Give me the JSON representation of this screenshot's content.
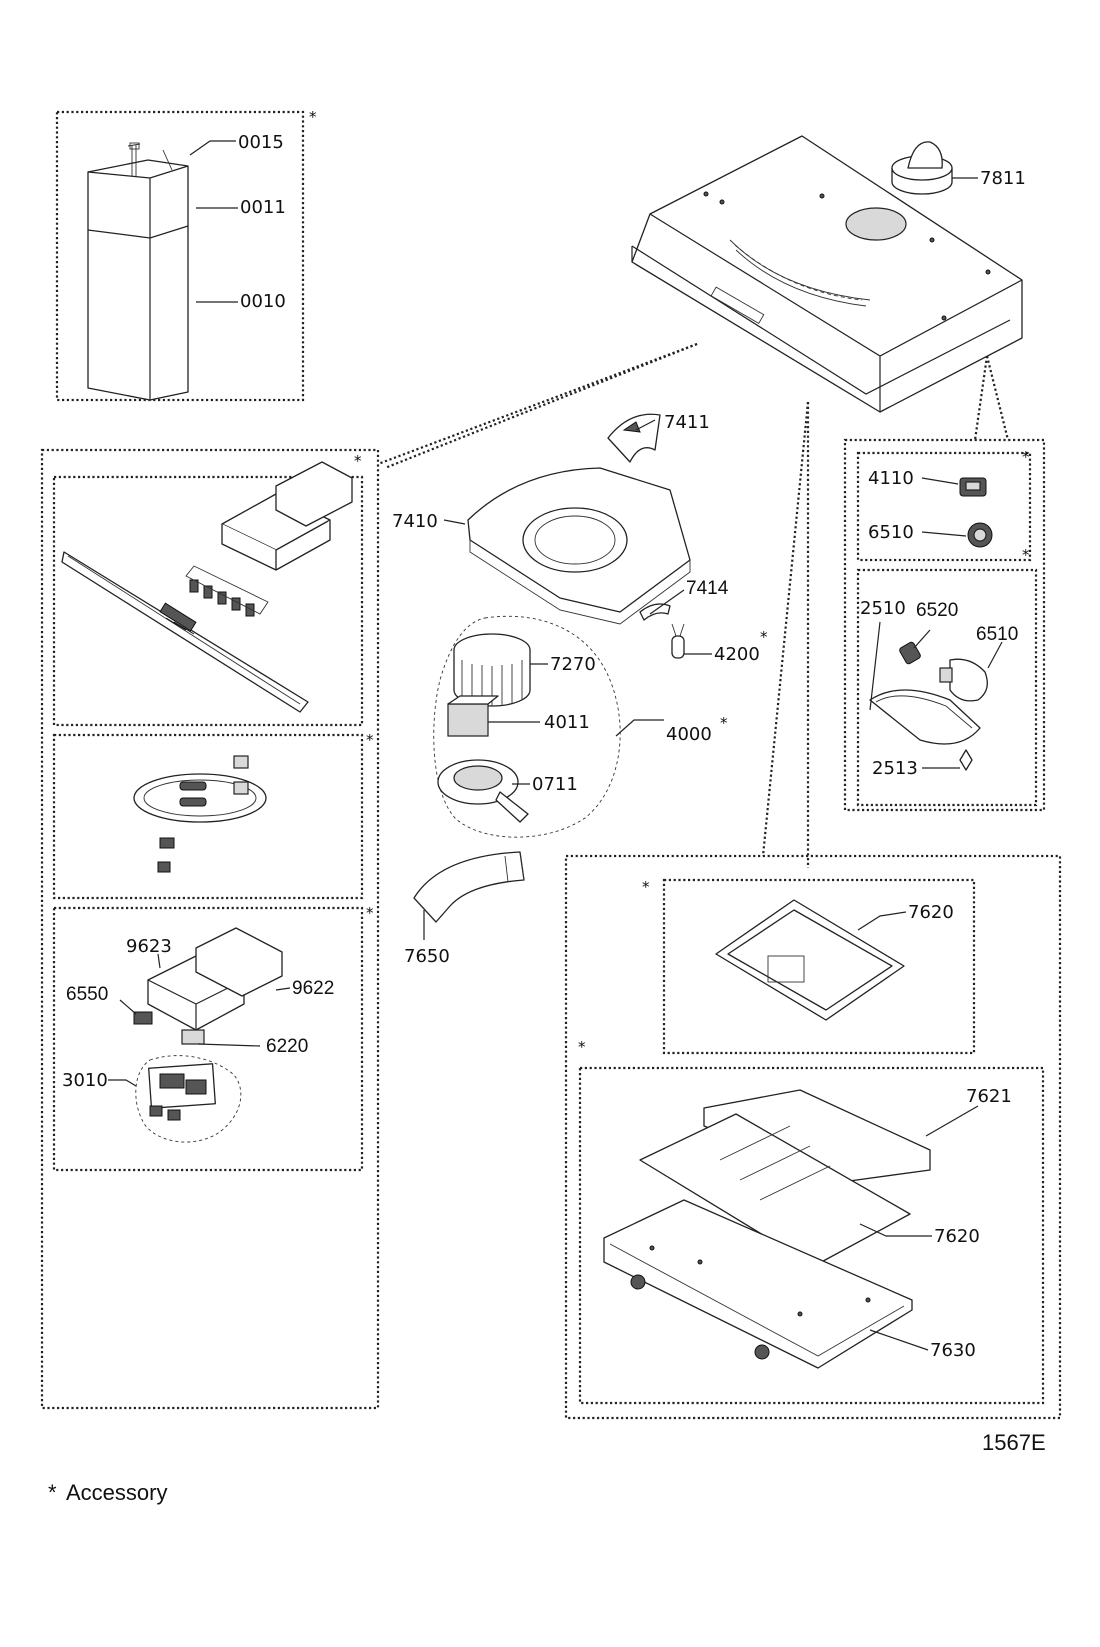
{
  "parts": {
    "p0015": "0015",
    "p0011": "0011",
    "p0010": "0010",
    "p7811": "7811",
    "p7411": "7411",
    "p7410": "7410",
    "p7414": "7414",
    "p7270": "7270",
    "p4200": "4200",
    "p4011": "4011",
    "p4000": "4000",
    "p0711": "0711",
    "p7650": "7650",
    "p4110": "4110",
    "p6510a": "6510",
    "p2510": "2510",
    "p6520": "6520",
    "p6510b": "6510",
    "p2513": "2513",
    "p7620a": "7620",
    "p7621": "7621",
    "p7620b": "7620",
    "p7630": "7630",
    "p9623": "9623",
    "p9622": "9622",
    "p6550": "6550",
    "p6220": "6220",
    "p3010": "3010"
  },
  "accessory_marker": "*",
  "diagram_code": "1567E",
  "legend": {
    "marker": "*",
    "text": "Accessory"
  }
}
